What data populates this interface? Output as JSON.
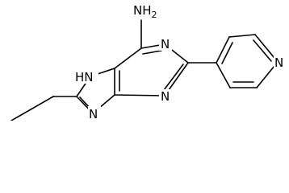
{
  "molecule": {
    "labels": {
      "amine": "NH",
      "amine_sub": "2",
      "n1": "N",
      "n3": "N",
      "n9": "N",
      "n7": "N",
      "n7_h": "H",
      "pyridine_n": "N"
    }
  }
}
